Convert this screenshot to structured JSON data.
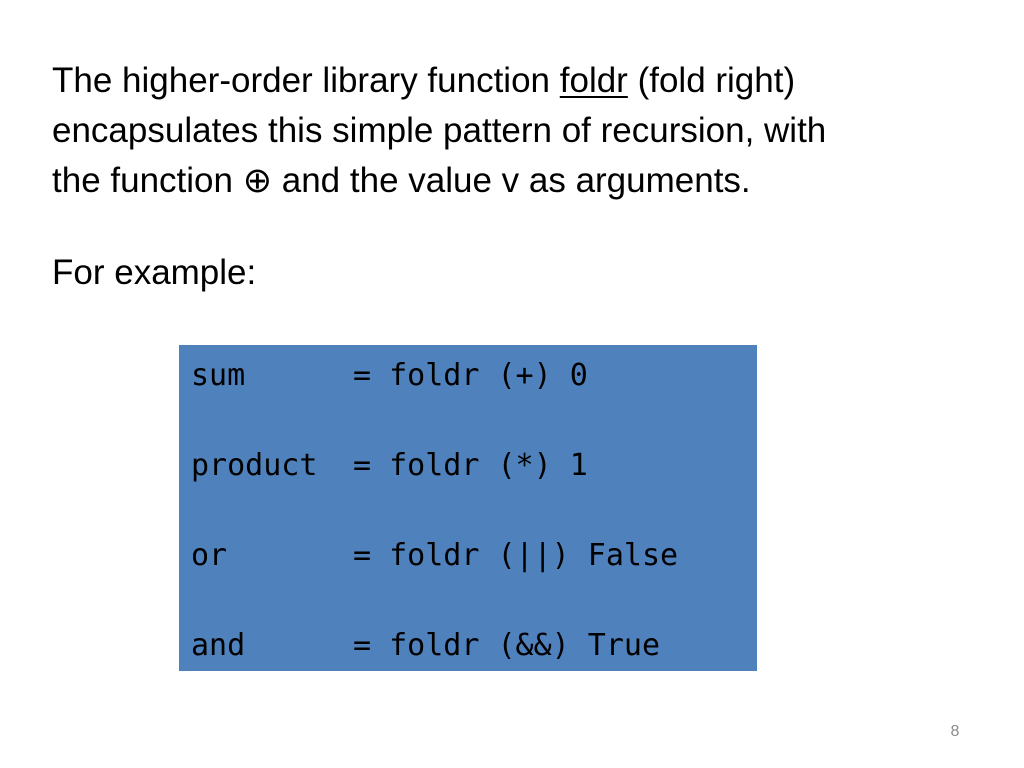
{
  "intro": {
    "line1_before": "The higher-order library function ",
    "line1_link": "foldr",
    "line1_after": " (fold right)",
    "line2": "encapsulates this simple pattern of recursion, with",
    "line3_before": "the function ",
    "line3_symbol": "⊕",
    "line3_after": " and the value v as arguments."
  },
  "example_label": "For example:",
  "code": [
    {
      "name": "sum",
      "definition": "= foldr (+) 0"
    },
    {
      "name": "product",
      "definition": "= foldr (*) 1"
    },
    {
      "name": "or",
      "definition": "= foldr (||) False"
    },
    {
      "name": "and",
      "definition": "= foldr (&&) True"
    }
  ],
  "page_number": "8",
  "colors": {
    "code_background": "#4f81bd",
    "page_number": "#8c8c8c"
  }
}
